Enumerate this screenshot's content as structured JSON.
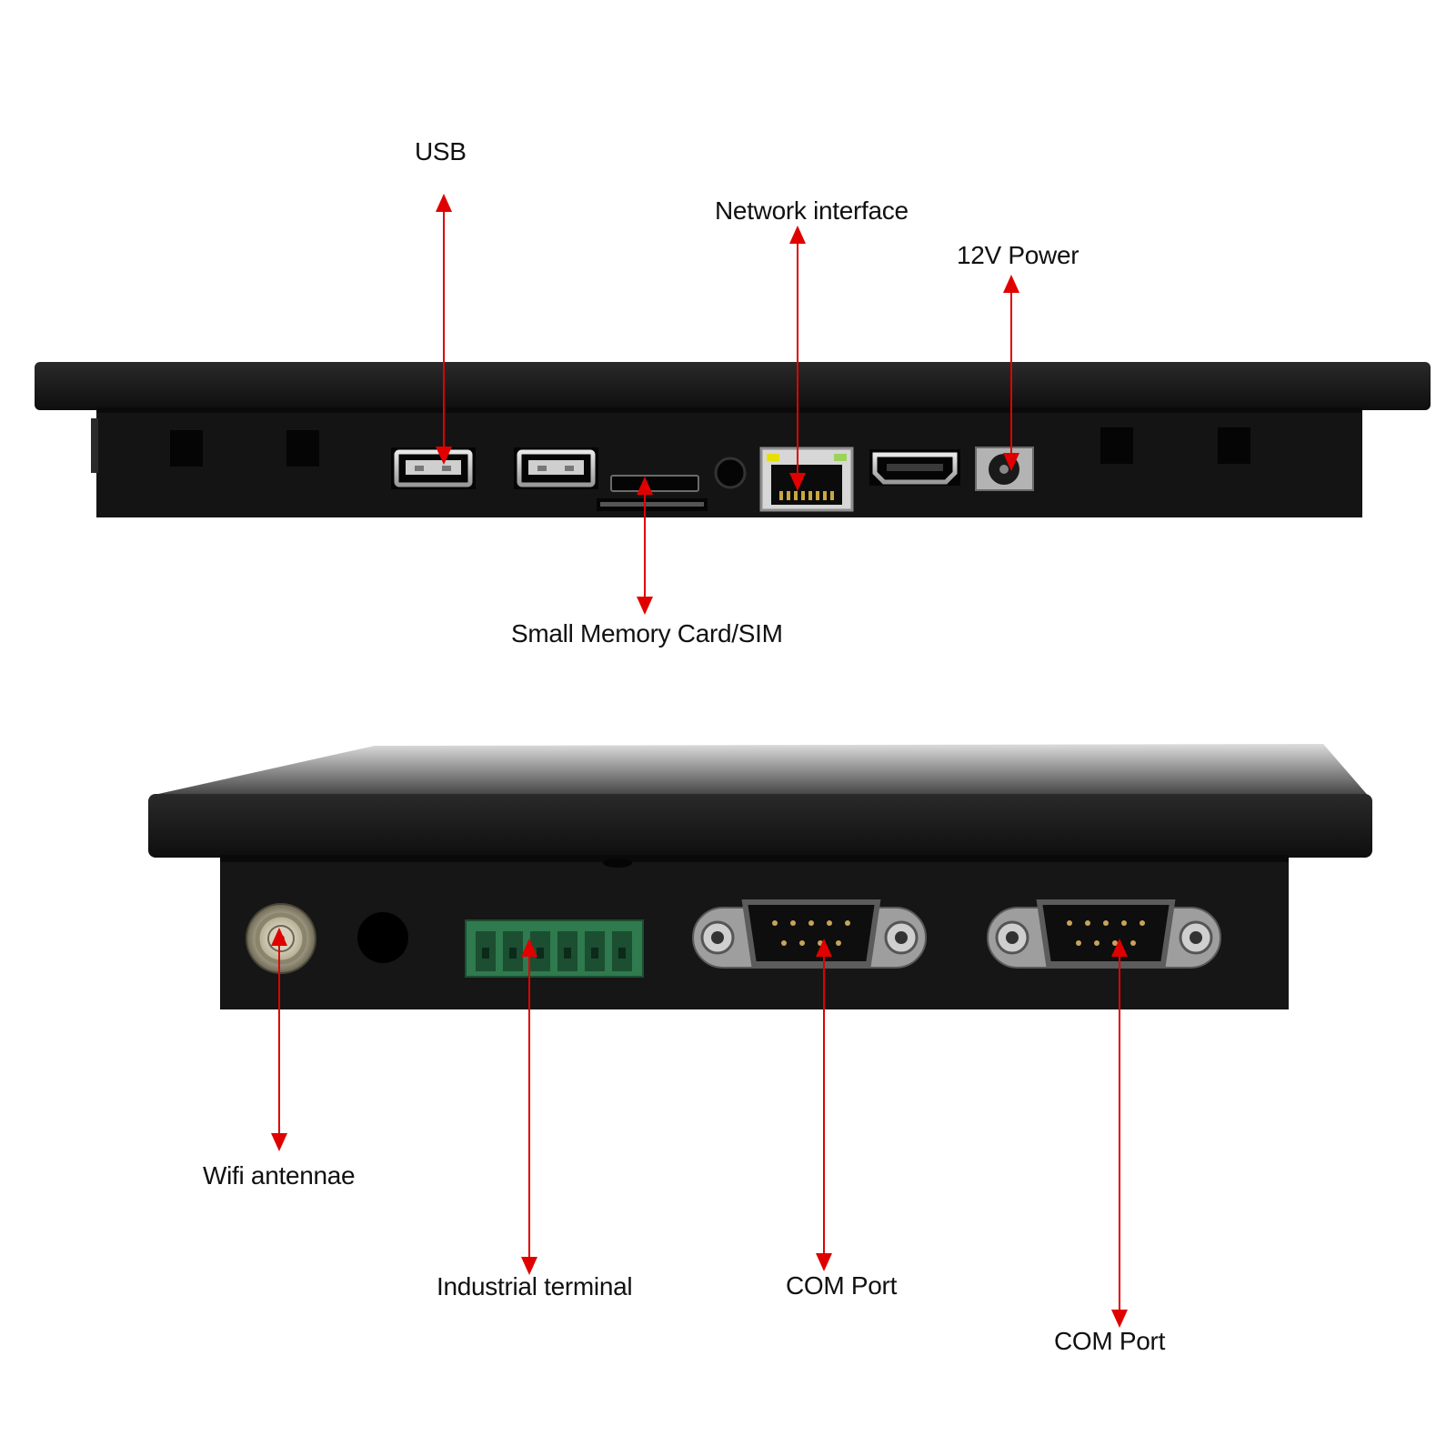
{
  "colors": {
    "arrow": "#e00000",
    "device_dark": "#151515",
    "device_mid": "#222222",
    "port_metal": "#c9c9c9",
    "terminal_green": "#2f7a4e"
  },
  "top_panel": {
    "labels": {
      "usb": "USB",
      "network": "Network interface",
      "power": "12V Power",
      "memory": "Small Memory Card/SIM"
    }
  },
  "bottom_panel": {
    "labels": {
      "wifi": "Wifi antennae",
      "terminal": "Industrial terminal",
      "com1": "COM Port",
      "com2": "COM Port"
    }
  }
}
